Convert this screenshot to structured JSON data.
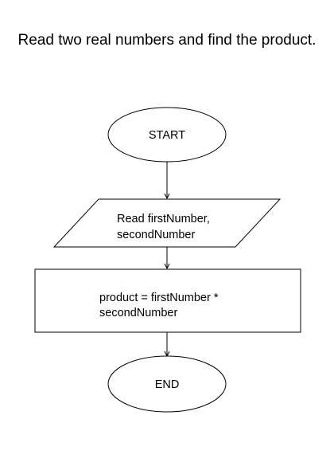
{
  "title": "Read two real numbers and find the product.",
  "flowchart": {
    "start": {
      "label": "START"
    },
    "input": {
      "lines": [
        "Read firstNumber,",
        "secondNumber"
      ]
    },
    "process": {
      "lines": [
        "product = firstNumber *",
        "secondNumber"
      ]
    },
    "end": {
      "label": "END"
    }
  },
  "colors": {
    "stroke": "#000000",
    "fill": "#ffffff",
    "background": "#ffffff"
  }
}
